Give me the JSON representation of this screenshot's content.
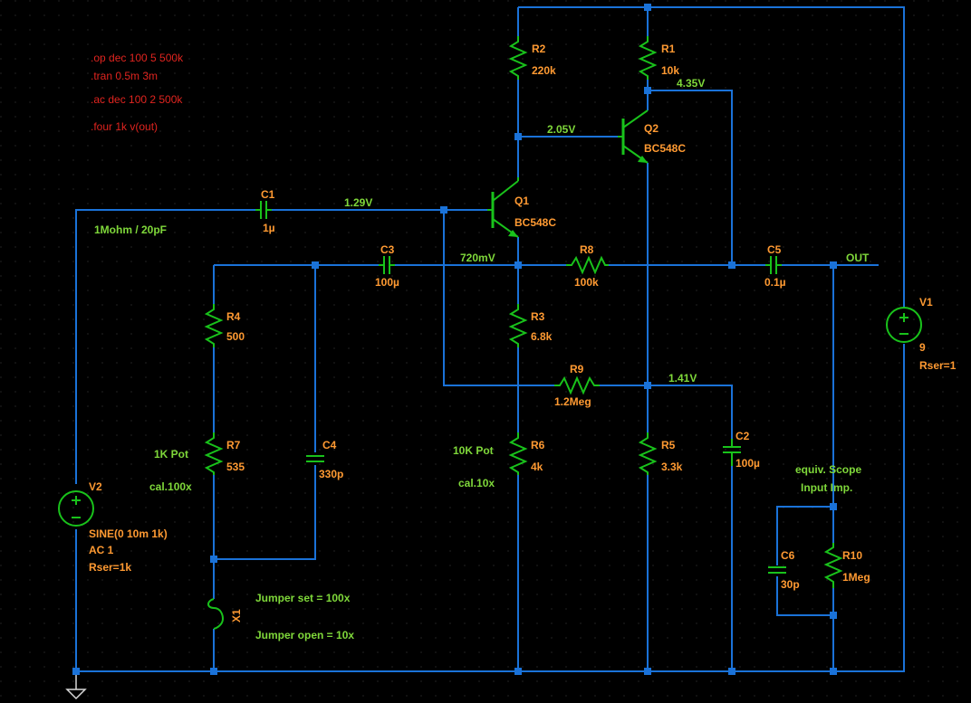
{
  "directives": [
    ".op dec 100 5 500k",
    ".tran 0.5m 3m",
    ".ac dec 100 2 500k",
    ".four 1k v(out)"
  ],
  "notes": {
    "input_impedance": "1Mohm / 20pF",
    "pot_1k": "1K Pot",
    "cal_100x": "cal.100x",
    "pot_10k": "10K Pot",
    "cal_10x": "cal.10x",
    "jumper_set": "Jumper set = 100x",
    "jumper_open": "Jumper open = 10x",
    "scope_line1": "equiv. Scope",
    "scope_line2": "Input Imp."
  },
  "node_voltages": {
    "c1_q1_base": "1.29V",
    "q2_base": "2.05V",
    "q2_collector": "4.35V",
    "q1_emitter": "720mV",
    "r9_r5": "1.41V"
  },
  "net_labels": {
    "out": "OUT"
  },
  "components": {
    "R1": {
      "name": "R1",
      "value": "10k"
    },
    "R2": {
      "name": "R2",
      "value": "220k"
    },
    "R3": {
      "name": "R3",
      "value": "6.8k"
    },
    "R4": {
      "name": "R4",
      "value": "500"
    },
    "R5": {
      "name": "R5",
      "value": "3.3k"
    },
    "R6": {
      "name": "R6",
      "value": "4k"
    },
    "R7": {
      "name": "R7",
      "value": "535"
    },
    "R8": {
      "name": "R8",
      "value": "100k"
    },
    "R9": {
      "name": "R9",
      "value": "1.2Meg"
    },
    "R10": {
      "name": "R10",
      "value": "1Meg"
    },
    "C1": {
      "name": "C1",
      "value": "1µ"
    },
    "C2": {
      "name": "C2",
      "value": "100µ"
    },
    "C3": {
      "name": "C3",
      "value": "100µ"
    },
    "C4": {
      "name": "C4",
      "value": "330p"
    },
    "C5": {
      "name": "C5",
      "value": "0.1µ"
    },
    "C6": {
      "name": "C6",
      "value": "30p"
    },
    "Q1": {
      "name": "Q1",
      "value": "BC548C"
    },
    "Q2": {
      "name": "Q2",
      "value": "BC548C"
    },
    "V1": {
      "name": "V1",
      "value": "9",
      "extra": "Rser=1"
    },
    "V2": {
      "name": "V2",
      "value": "SINE(0 10m 1k)",
      "ac": "AC 1",
      "extra": "Rser=1k"
    },
    "X1": {
      "name": "X1"
    }
  },
  "colors": {
    "wire": "#1a72d8",
    "component": "#19c21b",
    "value_text": "#ff9a32",
    "comment_text": "#7fd83a",
    "directive_text": "#e0241f",
    "background": "#000000"
  }
}
